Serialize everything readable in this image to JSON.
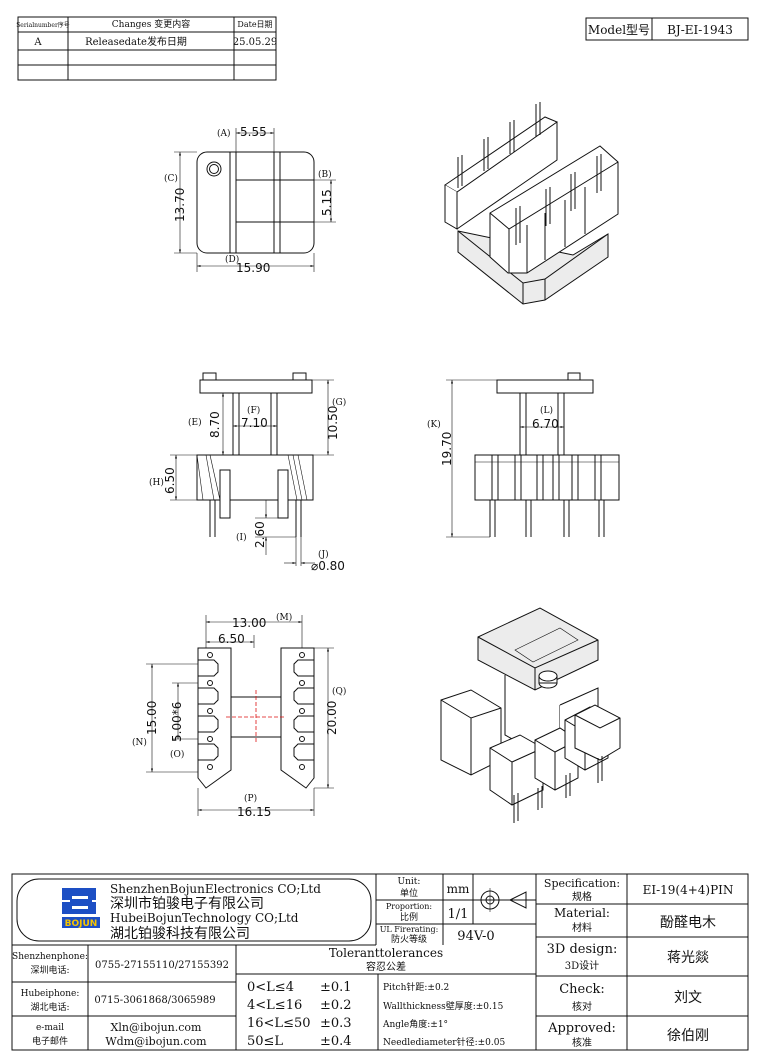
{
  "revision_table": {
    "headers": {
      "serial": "Serialnumber序号",
      "changes": "Changes 变更内容",
      "date": "Date日期"
    },
    "rows": [
      {
        "serial": "A",
        "changes": "Releasedate发布日期",
        "date": "25.05.29"
      }
    ]
  },
  "model": {
    "label": "Model型号",
    "value": "BJ-EI-1943"
  },
  "dims": {
    "A": "(A)",
    "A_val": "5.55",
    "B": "(B)",
    "B_val": "5.15",
    "C": "(C)",
    "C_val": "13.70",
    "D": "(D)",
    "D_val": "15.90",
    "E": "(E)",
    "E_val": "8.70",
    "F": "(F)",
    "F_val": "7.10",
    "G": "(G)",
    "G_val": "10.50",
    "H": "(H)",
    "H_val": "6.50",
    "I": "(I)",
    "I_val": "2.60",
    "J": "(J)",
    "J_val": "⌀0.80",
    "K": "(K)",
    "K_val": "19.70",
    "L": "(L)",
    "L_val": "6.70",
    "M": "(M)",
    "M_val": "13.00",
    "M2_val": "6.50",
    "N": "(N)",
    "N_val": "15.00",
    "O": "(O)",
    "O_val": "5.00*6",
    "P": "(P)",
    "P_val": "16.15",
    "Q": "(Q)",
    "Q_val": "20.00"
  },
  "title_block": {
    "company_en_1": "ShenzhenBojunElectronics CO;Ltd",
    "company_cn_1": "深圳市铂骏电子有限公司",
    "company_en_2": "HubeiBojunTechnology CO;Ltd",
    "company_cn_2": "湖北铂骏科技有限公司",
    "logo_text": "BOJUN",
    "unit_label_en": "Unit:",
    "unit_label_cn": "单位",
    "unit_value": "mm",
    "proportion_label_en": "Proportion:",
    "proportion_label_cn": "比例",
    "proportion_value": "1/1",
    "ul_label_en": "UL Firerating:",
    "ul_label_cn": "防火等级",
    "ul_value": "94V-0",
    "spec_label_en": "Specification:",
    "spec_label_cn": "规格",
    "spec_value": "EI-19(4+4)PIN",
    "material_label_en": "Material:",
    "material_label_cn": "材料",
    "material_value": "酚醛电木",
    "design_label_en": "3D design:",
    "design_label_cn": "3D设计",
    "design_value": "蒋光燚",
    "check_label_en": "Check:",
    "check_label_cn": "核对",
    "check_value": "刘文",
    "approved_label_en": "Approved:",
    "approved_label_cn": "核准",
    "approved_value": "徐伯刚",
    "shenzhen_label_en": "Shenzhenphone:",
    "shenzhen_label_cn": "深圳电话:",
    "shenzhen_value": "0755-27155110/27155392",
    "hubei_label_en": "Hubeiphone:",
    "hubei_label_cn": "湖北电话:",
    "hubei_value": "0715-3061868/3065989",
    "email_label_en": "e-mail",
    "email_label_cn": "电子邮件",
    "email_1": "Xln@ibojun.com",
    "email_2": "Wdm@ibojun.com",
    "tol_title_en": "Toleranttolerances",
    "tol_title_cn": "容忍公差",
    "tolerances": [
      {
        "range": "0<L≤4",
        "value": "±0.1"
      },
      {
        "range": "4<L≤16",
        "value": "±0.2"
      },
      {
        "range": "16<L≤50",
        "value": "±0.3"
      },
      {
        "range": "50≤L",
        "value": "±0.4"
      }
    ],
    "pitch": "Pitch针距:±0.2",
    "wall": "Wallthickness壁厚度:±0.15",
    "angle": "Angle角度:±1°",
    "needle": "Needlediameter针径:±0.05"
  }
}
